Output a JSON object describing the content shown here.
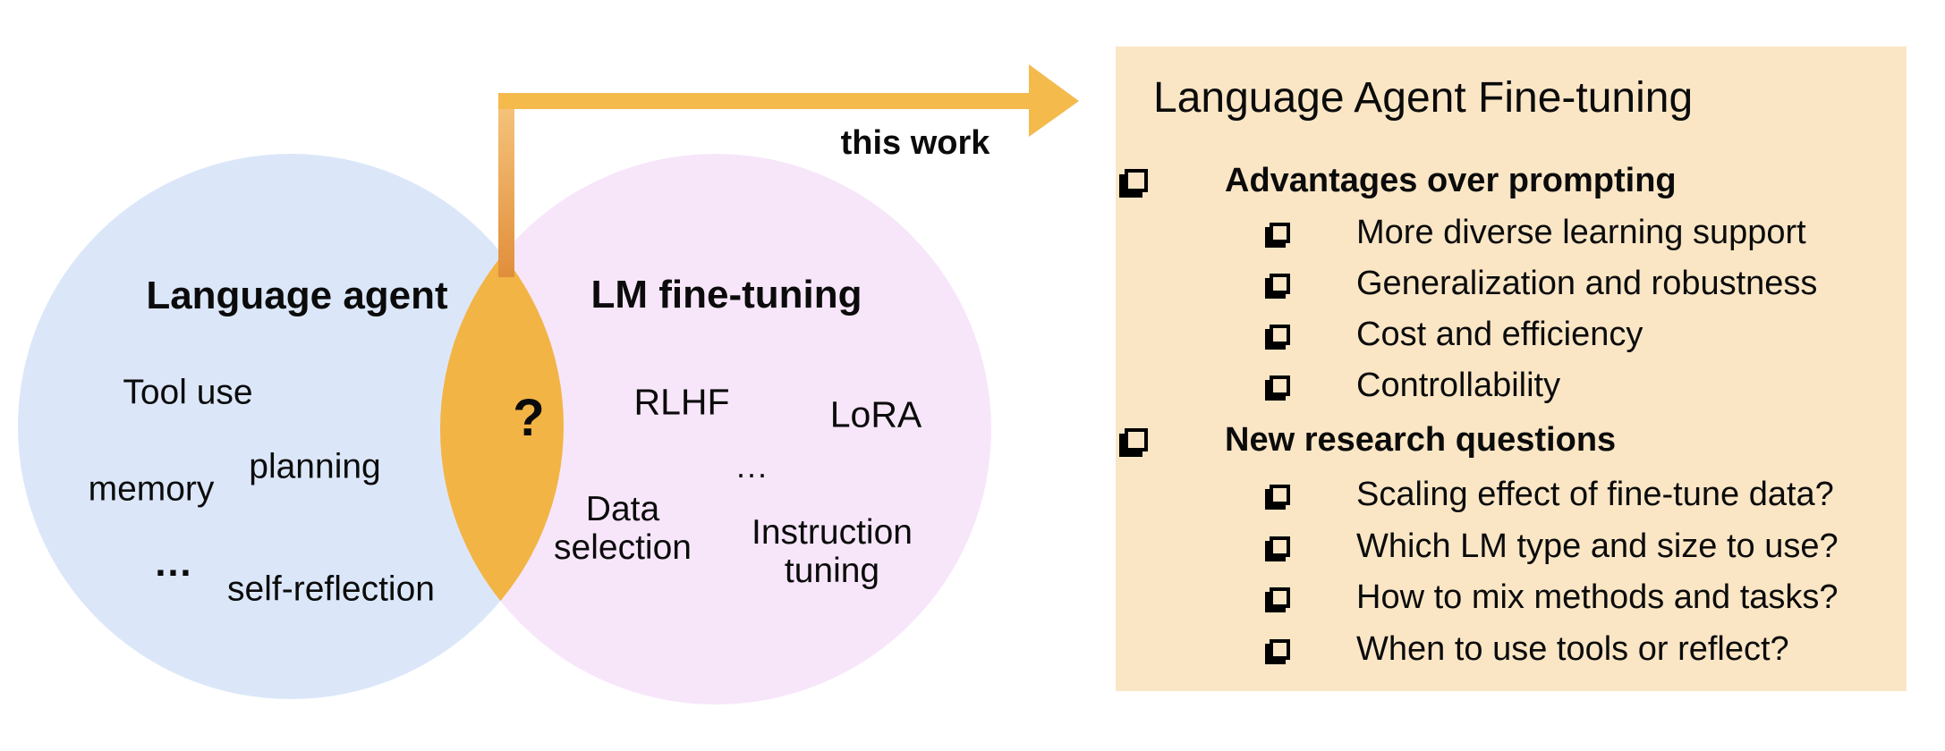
{
  "figure": {
    "venn": {
      "left_circle": {
        "label": "Language agent",
        "items": [
          "Tool use",
          "planning",
          "memory",
          "…",
          "self-reflection"
        ]
      },
      "right_circle": {
        "label": "LM fine-tuning",
        "items": [
          "RLHF",
          "LoRA",
          "...",
          "Data selection",
          "Instruction tuning"
        ]
      },
      "intersection_label": "?"
    },
    "arrow_label": "this work",
    "panel": {
      "title": "Language Agent Fine-tuning",
      "sections": [
        {
          "label": "Advantages over prompting",
          "items": [
            "More diverse learning support",
            "Generalization and robustness",
            "Cost and efficiency",
            "Controllability"
          ]
        },
        {
          "label": "New research questions",
          "items": [
            "Scaling effect of fine-tune data?",
            "Which LM type and size to use?",
            "How to mix methods and tasks?",
            "When to use tools or reflect?"
          ]
        }
      ]
    },
    "colors": {
      "left_circle": "#DBE7F9",
      "right_circle": "#F7E6FA",
      "intersection": "#F2B445",
      "arrow": "#F4BA4C",
      "arrow_gradient_top": "#F6C77F",
      "arrow_gradient_bottom": "#E18E3B",
      "panel_background": "#FAE6C5",
      "text": "#0B0B0B"
    }
  }
}
